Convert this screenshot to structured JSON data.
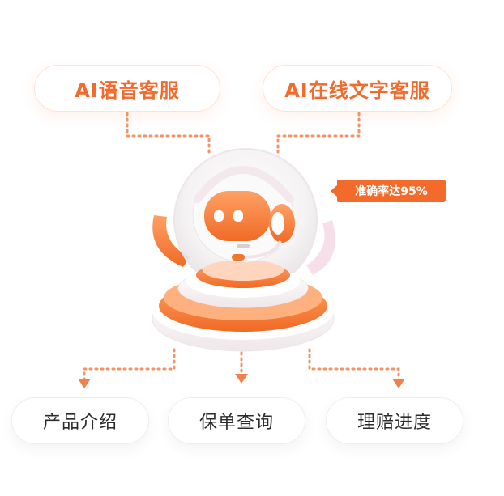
{
  "top_services": [
    {
      "label": "AI语音客服"
    },
    {
      "label": "AI在线文字客服"
    }
  ],
  "accuracy_badge": "准确率达95%",
  "bottom_services": [
    {
      "label": "产品介绍"
    },
    {
      "label": "保单查询"
    },
    {
      "label": "理赔进度"
    }
  ],
  "colors": {
    "accent": "#f26a2c",
    "badge_bg": "#f36a2a",
    "dotted_line": "#f39467"
  }
}
